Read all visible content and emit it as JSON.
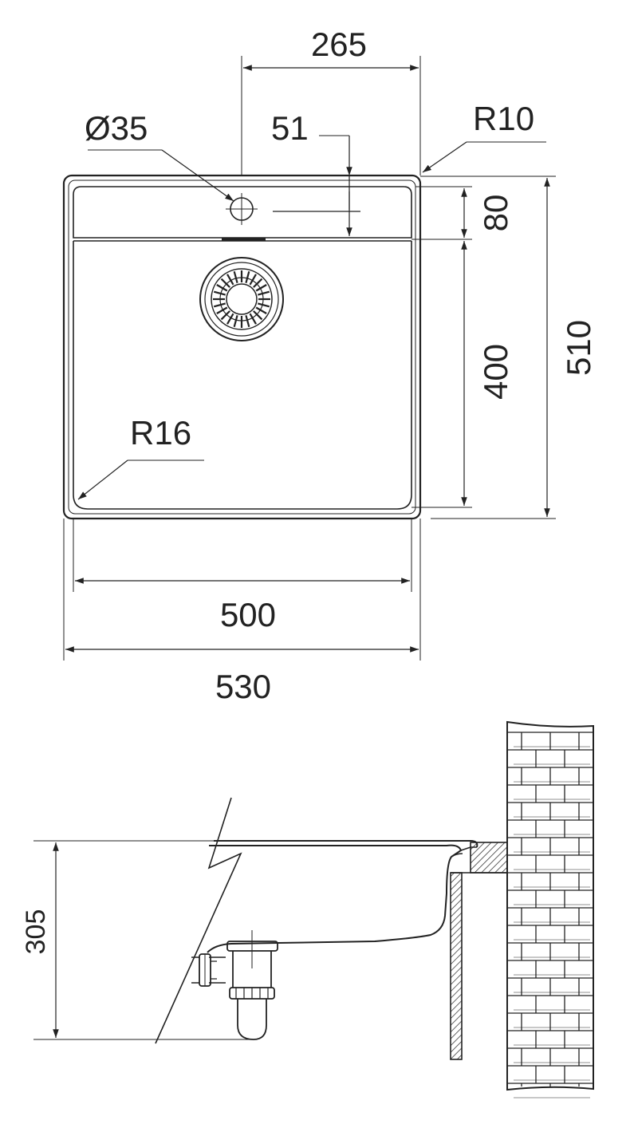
{
  "top_view": {
    "dimensions": {
      "drain_offset": "265",
      "tap_hole_diameter": "Ø35",
      "tap_hole_offset": "51",
      "corner_radius_outer": "R10",
      "ledge_depth": "80",
      "bowl_depth": "400",
      "overall_depth": "510",
      "bowl_corner_radius": "R16",
      "bowl_width": "500",
      "overall_width": "530"
    }
  },
  "side_view": {
    "dimensions": {
      "installation_height": "305"
    }
  }
}
